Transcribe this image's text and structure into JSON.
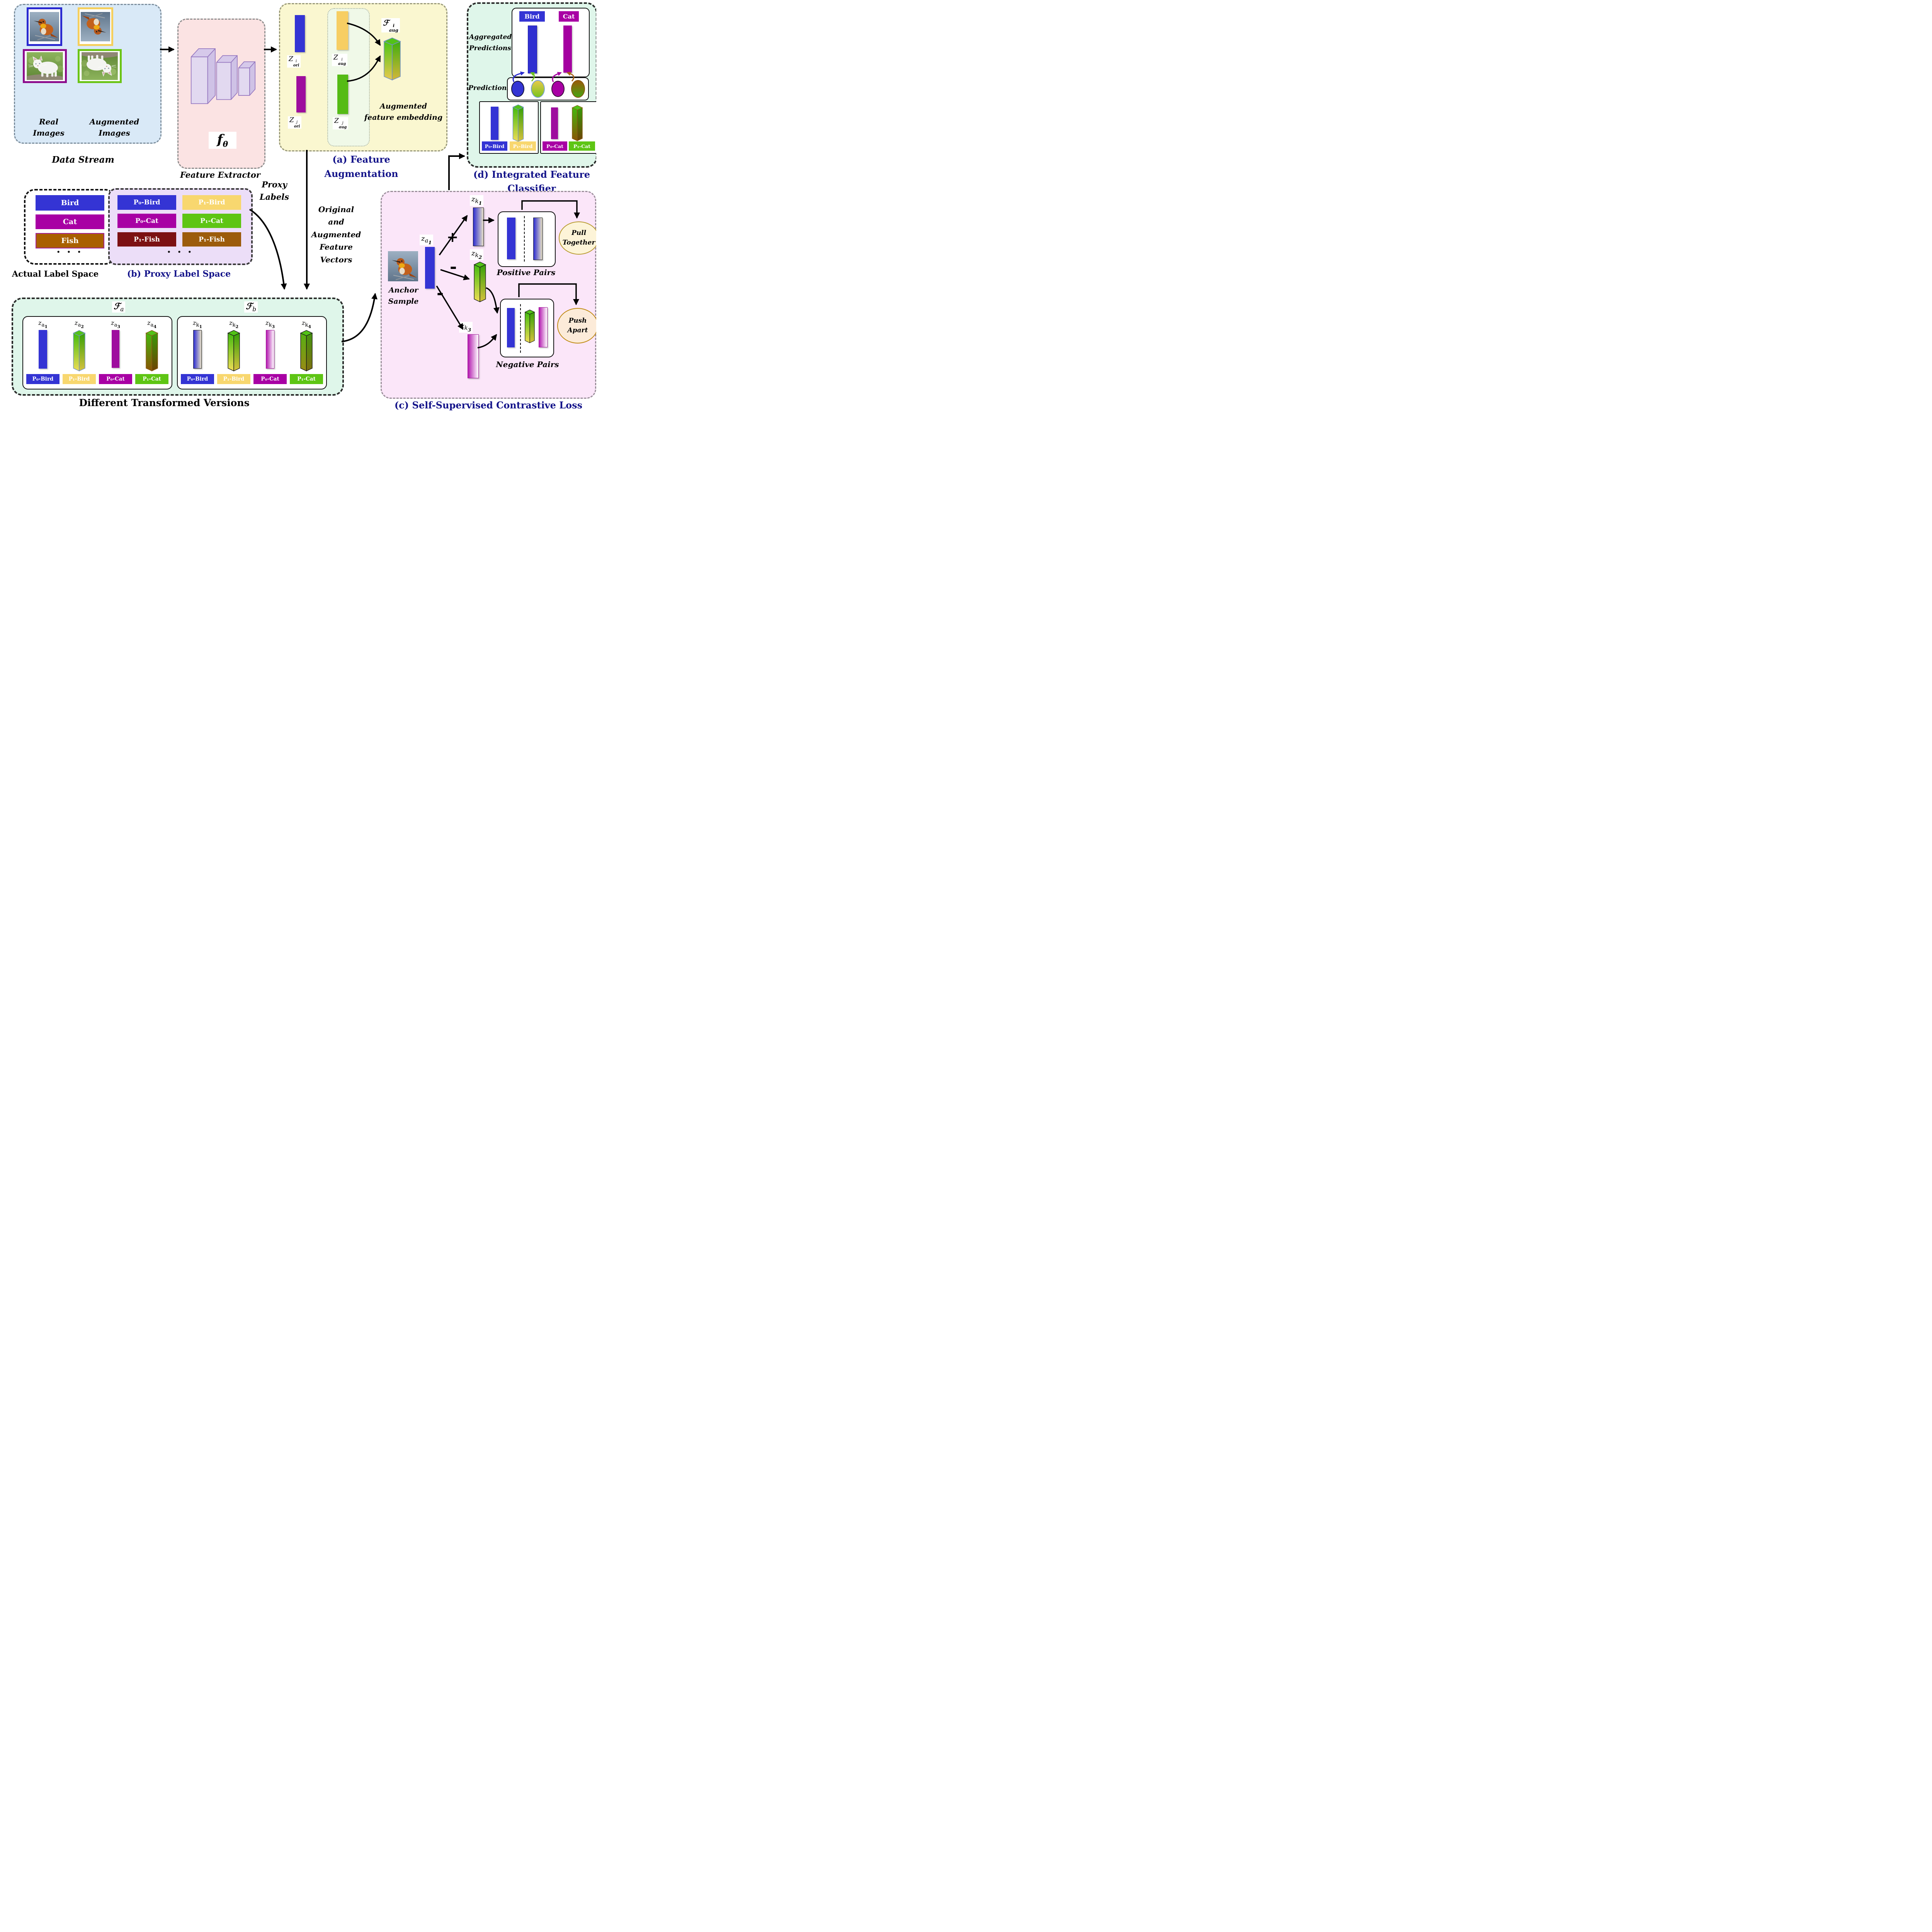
{
  "colors": {
    "navy_caption": "#14148a",
    "blue": "#3434d4",
    "magenta": "#a800a4",
    "yellow": "#f8d76f",
    "green": "#5ec514",
    "fish_brown": "#a96000",
    "maroon_fish": "#7c1113",
    "brown_fish": "#9c5c0c",
    "data_stream_bg": "#d9e9f7",
    "extractor_bg": "#fbe3e3",
    "augmentation_bg": "#faf7d0",
    "proxy_space_bg": "#ecdef8",
    "mint_bg": "#dff6ea",
    "contrastive_bg": "#fbe6f9",
    "pull_fill": "#fdf4d8",
    "push_fill": "#fcebd9"
  },
  "data_stream": {
    "real_line1": "Real",
    "real_line2": "Images",
    "aug_line1": "Augmented",
    "aug_line2": "Images",
    "caption": "Data Stream"
  },
  "feature_extractor": {
    "symbol": "f",
    "symbol_sub": "θ",
    "caption": "Feature Extractor"
  },
  "augmentation": {
    "caption_line1": "(a) Feature",
    "caption_line2": "Augmentation",
    "z_ori_i": {
      "base": "Z",
      "sup": "i",
      "sub": "ori"
    },
    "z_aug_i": {
      "base": "Z",
      "sup": "i",
      "sub": "aug"
    },
    "z_ori_j": {
      "base": "Z",
      "sup": "j",
      "sub": "ori"
    },
    "z_aug_j": {
      "base": "Z",
      "sup": "j",
      "sub": "aug"
    },
    "f_aug": {
      "base": "ℱ",
      "sup": "i",
      "sub": "aug"
    },
    "embedding_line1": "Augmented",
    "embedding_line2": "feature embedding"
  },
  "flow": {
    "proxy_line1": "Proxy",
    "proxy_line2": "Labels",
    "vectors_lines": [
      "Original",
      "and",
      "Augmented",
      "Feature",
      "Vectors"
    ]
  },
  "actual_space": {
    "caption": "Actual Label Space",
    "labels": [
      "Bird",
      "Cat",
      "Fish"
    ],
    "dots": "• • •"
  },
  "proxy_space": {
    "caption": "(b) Proxy Label Space",
    "labels": [
      "P₀-Bird",
      "P₁-Bird",
      "P₀-Cat",
      "P₁-Cat",
      "P₁-Fish",
      "P₁-Fish"
    ],
    "dots": "• • •"
  },
  "transformed": {
    "caption": "Different Transformed Versions",
    "fa_title": {
      "base": "ℱ",
      "sub": "a"
    },
    "fb_title": {
      "base": "ℱ",
      "sub": "b"
    },
    "fa_cols": [
      {
        "z": "z",
        "zsub": "a",
        "zidx": "1",
        "chip": "P₀-Bird"
      },
      {
        "z": "z",
        "zsub": "a",
        "zidx": "2",
        "chip": "P₁-Bird"
      },
      {
        "z": "z",
        "zsub": "a",
        "zidx": "3",
        "chip": "P₀-Cat"
      },
      {
        "z": "z",
        "zsub": "a",
        "zidx": "4",
        "chip": "P₁-Cat"
      }
    ],
    "fb_cols": [
      {
        "z": "z",
        "zsub": "k",
        "zidx": "1",
        "chip": "P₀-Bird"
      },
      {
        "z": "z",
        "zsub": "k",
        "zidx": "2",
        "chip": "P₁-Bird"
      },
      {
        "z": "z",
        "zsub": "k",
        "zidx": "3",
        "chip": "P₀-Cat"
      },
      {
        "z": "z",
        "zsub": "k",
        "zidx": "4",
        "chip": "P₁-Cat"
      }
    ]
  },
  "contrastive": {
    "caption": "(c) Self-Supervised Contrastive Loss",
    "anchor_line1": "Anchor",
    "anchor_line2": "Sample",
    "z_a1": {
      "z": "z",
      "zsub": "a",
      "zidx": "1"
    },
    "z_k1": {
      "z": "z",
      "zsub": "k",
      "zidx": "1"
    },
    "z_k2": {
      "z": "z",
      "zsub": "k",
      "zidx": "2"
    },
    "z_k3": {
      "z": "z",
      "zsub": "k",
      "zidx": "3"
    },
    "plus": "+",
    "minus1": "-",
    "minus2": "-",
    "positive": "Positive Pairs",
    "negative": "Negative Pairs",
    "pull_line1": "Pull",
    "pull_line2": "Together",
    "push_line1": "Push",
    "push_line2": "Apart"
  },
  "classifier": {
    "caption_line1": "(d) Integrated Feature",
    "caption_line2": "Classifier",
    "aggregated_line1": "Aggregated",
    "aggregated_line2": "Predictions",
    "predictions": "Predictions",
    "class_chips": [
      "Bird",
      "Cat"
    ],
    "proxy_chips": [
      "P₀-Bird",
      "P₁-Bird",
      "P₀-Cat",
      "P₁-Cat"
    ]
  }
}
